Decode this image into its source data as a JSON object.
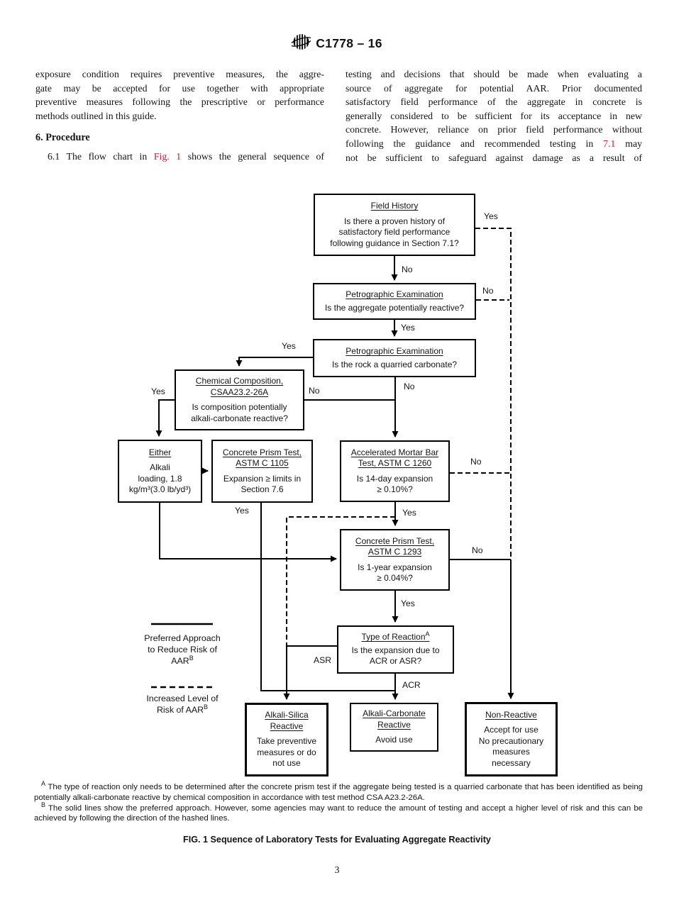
{
  "colors": {
    "background": "#ffffff",
    "text": "#141414",
    "reference_link": "#c01f2f"
  },
  "header": {
    "doc_number": "C1778 – 16",
    "logo": "astm-globe-logo"
  },
  "columns": {
    "left": {
      "para_lines": [
        "exposure condition requires preventive measures, the aggre-",
        "gate may be accepted for use together with appropriate",
        "preventive measures following the prescriptive or performance",
        "methods outlined in this guide."
      ],
      "heading": "6. Procedure",
      "sentence": {
        "before": "6.1  The flow chart in ",
        "link": "Fig. 1",
        "after": " shows the general sequence of"
      }
    },
    "right": {
      "lines": [
        "testing and decisions that should be made when evaluating a",
        "source of aggregate for potential AAR. Prior documented",
        "satisfactory field performance of the aggregate in concrete is",
        "generally considered to be sufficient for its acceptance in new",
        "concrete. However, reliance on prior field performance without"
      ],
      "line6": {
        "before": "following the guidance and recommended testing in ",
        "link": "7.1",
        "after": " may"
      },
      "line7": "not be sufficient to safeguard against damage as a result of"
    }
  },
  "flowchart": {
    "boxes": {
      "field_history": {
        "title": [
          "Field History"
        ],
        "body": [
          "Is there a proven history of",
          "satisfactory field performance",
          "following guidance in Section 7.1?"
        ]
      },
      "petro_reactive": {
        "title": [
          "Petrographic Examination"
        ],
        "body": [
          "Is the aggregate potentially reactive?"
        ]
      },
      "petro_carbonate": {
        "title": [
          "Petrographic Examination"
        ],
        "body": [
          "Is the rock a quarried carbonate?"
        ]
      },
      "chemical": {
        "title": [
          "Chemical Composition,",
          "CSAA23.2-26A"
        ],
        "body": [
          "Is composition potentially",
          "alkali-carbonate reactive?"
        ]
      },
      "either": {
        "title": [
          "Either"
        ],
        "body": [
          "Alkali",
          "loading, 1.8",
          "kg/m³(3.0 lb/yd³)"
        ]
      },
      "cpt_1105": {
        "title": [
          "Concrete Prism Test,",
          "ASTM C 1105"
        ],
        "body": [
          "Expansion ≥ limits in",
          "Section 7.6"
        ]
      },
      "ambt_1260": {
        "title": [
          "Accelerated Mortar Bar",
          "Test, ASTM C 1260"
        ],
        "body": [
          "Is 14-day expansion",
          "≥ 0.10%?"
        ]
      },
      "cpt_1293": {
        "title": [
          "Concrete Prism Test,",
          "ASTM C 1293"
        ],
        "body": [
          "Is 1-year expansion",
          "≥ 0.04%?"
        ]
      },
      "type_of_reaction": {
        "title_main": "Type of Reaction",
        "title_sup": "A",
        "body": [
          "Is the expansion due to",
          "ACR or ASR?"
        ]
      },
      "alkali_silica": {
        "title": [
          "Alkali-Silica",
          "Reactive"
        ],
        "body": [
          "Take preventive",
          "measures or do",
          "not use"
        ]
      },
      "alkali_carbonate": {
        "title": [
          "Alkali-Carbonate",
          "Reactive"
        ],
        "body": [
          "Avoid use"
        ]
      },
      "non_reactive": {
        "title": [
          "Non-Reactive"
        ],
        "body": [
          "Accept for use",
          "No precautionary",
          "measures",
          "necessary"
        ]
      }
    },
    "edge_labels": {
      "fh_yes": "Yes",
      "fh_no": "No",
      "p1_no": "No",
      "p1_yes": "Yes",
      "p2_yes": "Yes",
      "p2_no": "No",
      "chem_no": "No",
      "chem_yes": "Yes",
      "c1105_yes": "Yes",
      "ambt_no": "No",
      "ambt_yes": "Yes",
      "c1293_no": "No",
      "c1293_yes": "Yes",
      "asr": "ASR",
      "acr": "ACR"
    },
    "legend": {
      "preferred": {
        "lines": [
          "Preferred Approach",
          "to Reduce Risk of"
        ],
        "last": "AAR",
        "sup": "B"
      },
      "increased": {
        "lines": [
          "Increased Level of"
        ],
        "last": "Risk of AAR",
        "sup": "B"
      }
    }
  },
  "footnotes": {
    "a": {
      "sup": "A",
      "text": "The type of reaction only needs to be determined after the concrete prism test if the aggregate being tested is a quarried carbonate that has been identified as being potentially alkali-carbonate reactive by chemical composition in accordance with test method CSA A23.2-26A."
    },
    "b": {
      "sup": "B",
      "text": "The solid lines show the preferred approach. However, some agencies may want to reduce the amount of testing and accept a higher level of risk and this can be achieved by following the direction of the hashed lines."
    }
  },
  "caption": "FIG. 1 Sequence of Laboratory Tests for Evaluating Aggregate Reactivity",
  "page_number": "3"
}
